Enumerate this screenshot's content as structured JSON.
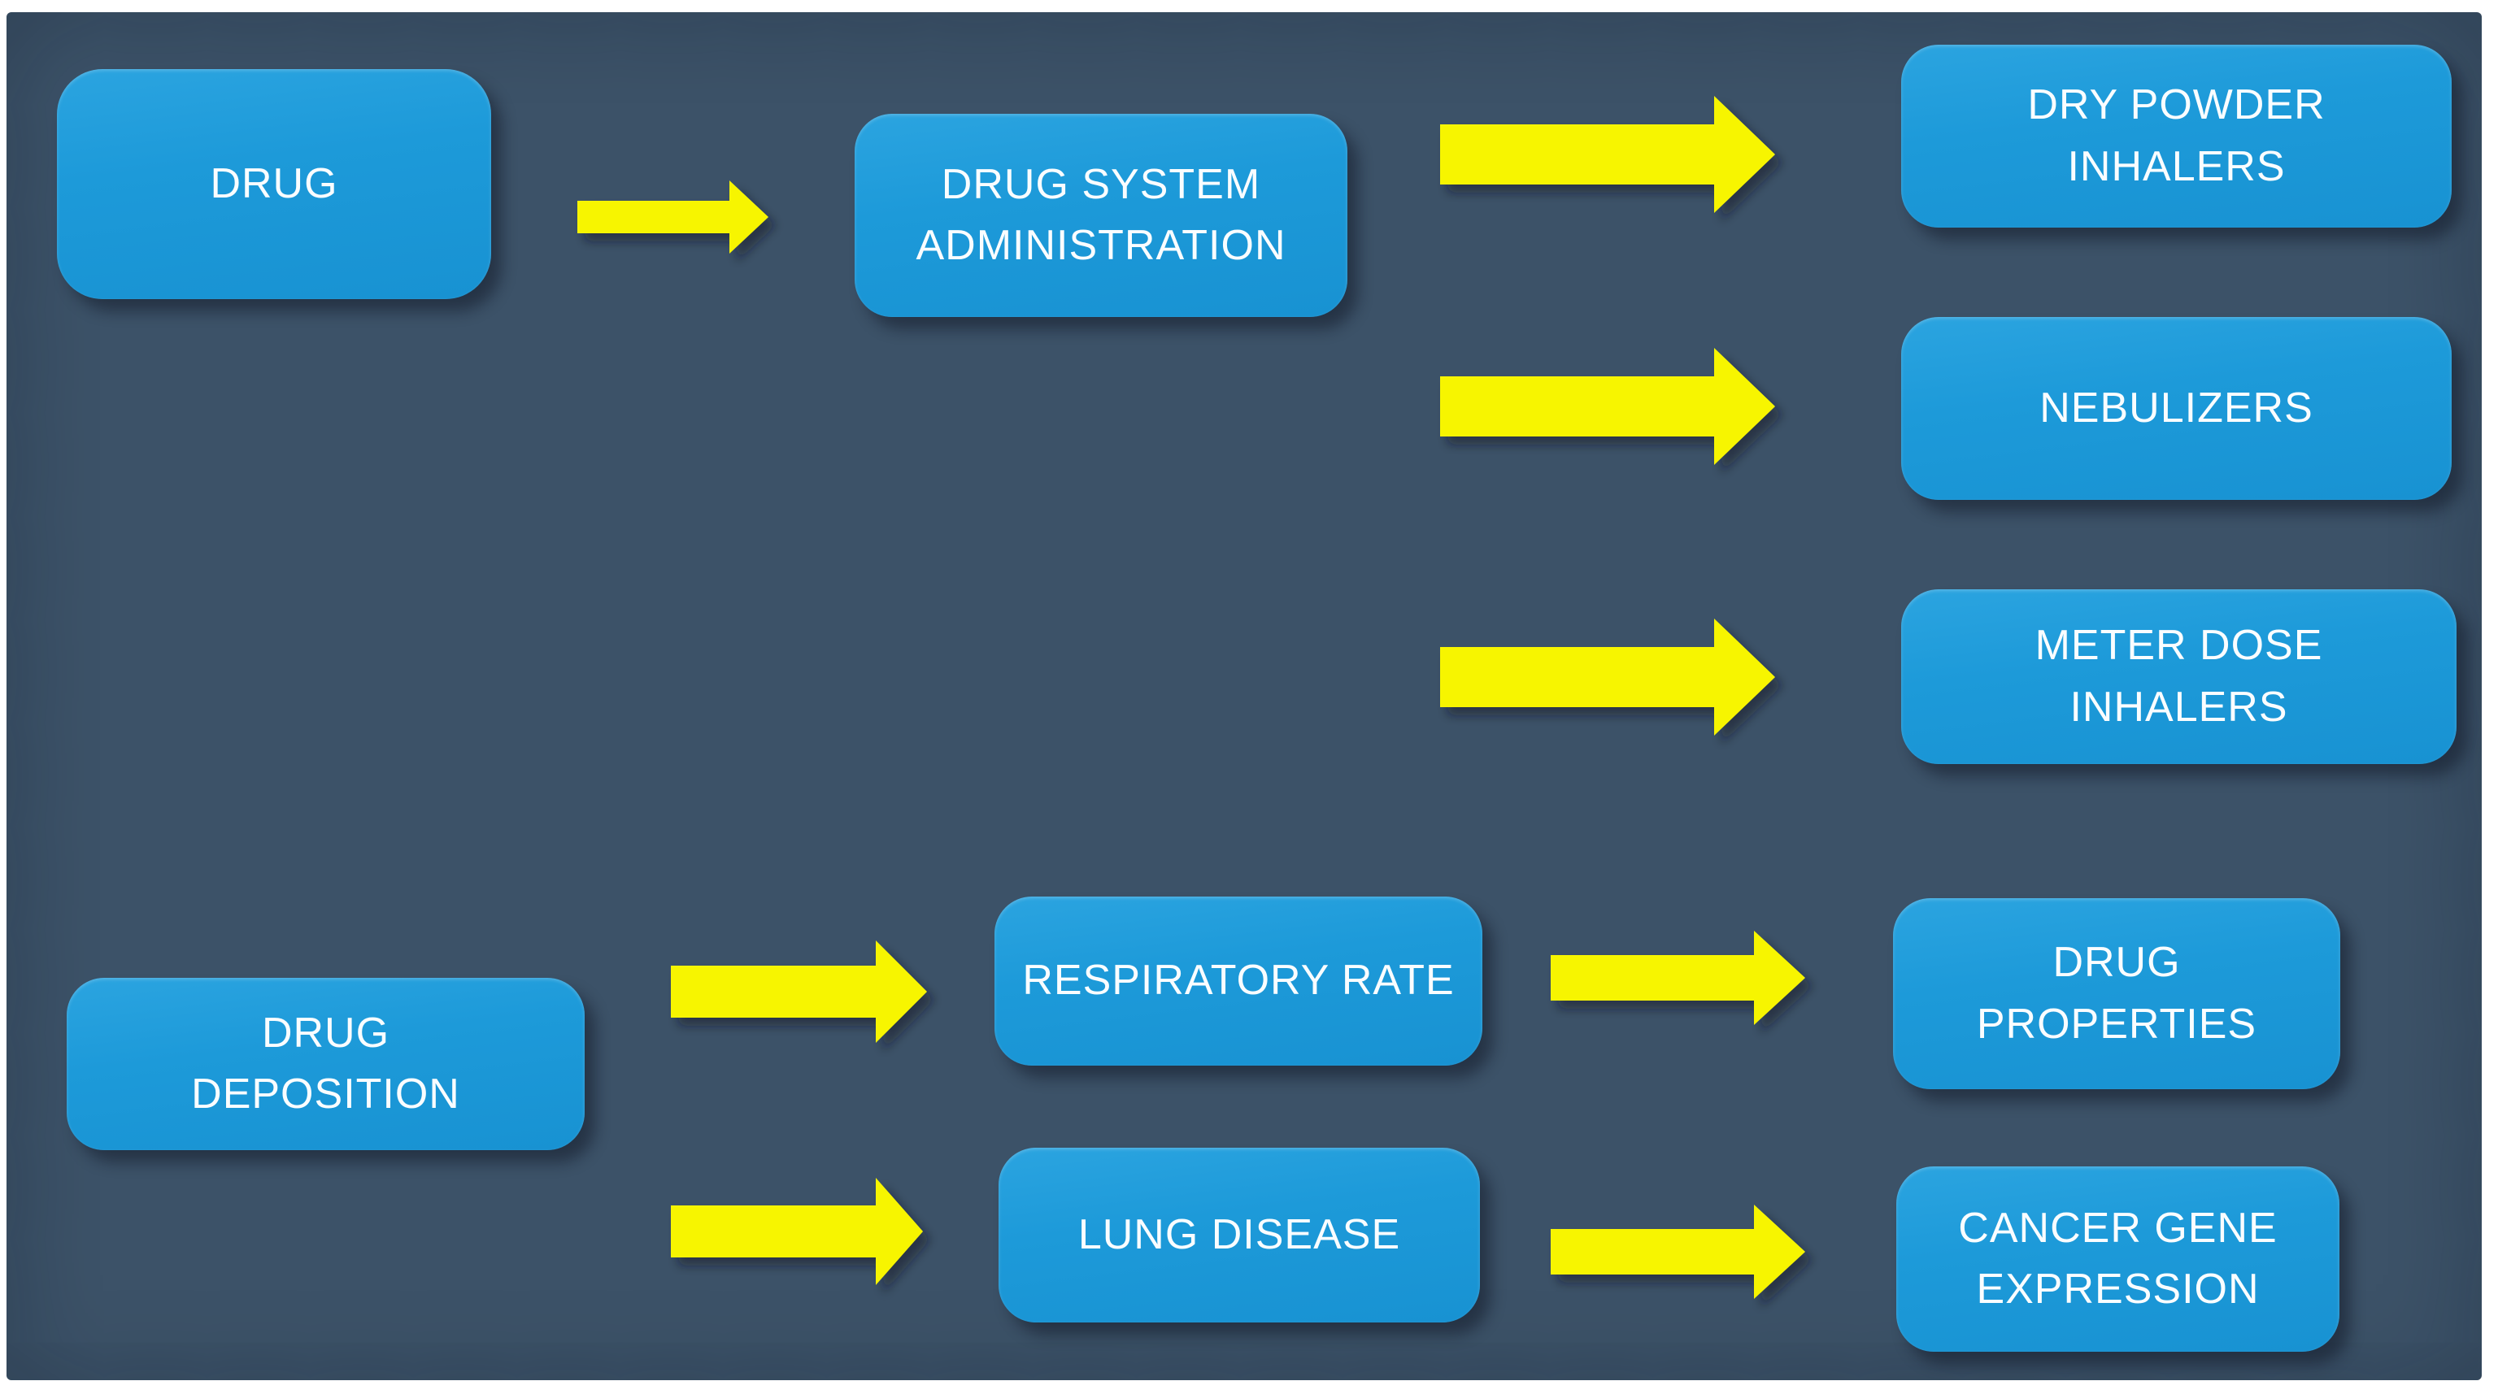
{
  "diagram": {
    "canvas_color": "#3c5268",
    "node_color": "#1d9ad9",
    "arrow_color": "#f7f500",
    "text_color": "#fafdff",
    "nodes": [
      {
        "id": "drug",
        "label": "DRUG"
      },
      {
        "id": "drug-system-administration",
        "label": "DRUG SYSTEM\nADMINISTRATION"
      },
      {
        "id": "dry-powder-inhalers",
        "label": "DRY POWDER\nINHALERS"
      },
      {
        "id": "nebulizers",
        "label": "NEBULIZERS"
      },
      {
        "id": "meter-dose-inhalers",
        "label": "METER DOSE\nINHALERS"
      },
      {
        "id": "drug-deposition",
        "label": "DRUG\nDEPOSITION"
      },
      {
        "id": "respiratory-rate",
        "label": "RESPIRATORY RATE"
      },
      {
        "id": "lung-disease",
        "label": "LUNG DISEASE"
      },
      {
        "id": "drug-properties",
        "label": "DRUG\nPROPERTIES"
      },
      {
        "id": "cancer-gene-expression",
        "label": "CANCER GENE\nEXPRESSION"
      }
    ],
    "edges": [
      {
        "from": "drug",
        "to": "drug-system-administration"
      },
      {
        "from": "drug-system-administration",
        "to": "dry-powder-inhalers"
      },
      {
        "from": "drug-system-administration",
        "to": "nebulizers"
      },
      {
        "from": "drug-system-administration",
        "to": "meter-dose-inhalers"
      },
      {
        "from": "drug-deposition",
        "to": "respiratory-rate"
      },
      {
        "from": "drug-deposition",
        "to": "lung-disease"
      },
      {
        "from": "respiratory-rate",
        "to": "drug-properties"
      },
      {
        "from": "lung-disease",
        "to": "cancer-gene-expression"
      }
    ]
  }
}
